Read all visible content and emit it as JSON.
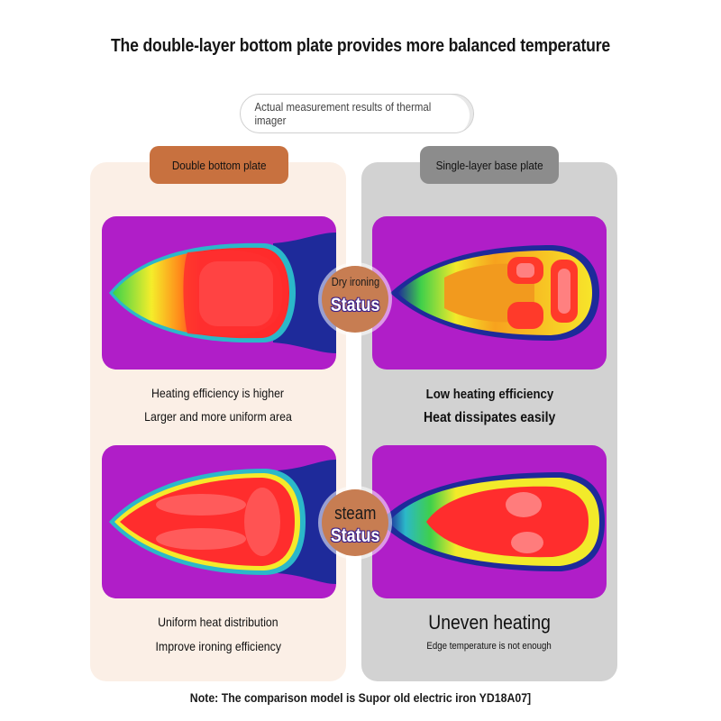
{
  "header": {
    "title": "The double-layer bottom plate provides more balanced temperature",
    "subtitle_pill": "Actual measurement results of thermal imager"
  },
  "left_panel": {
    "tag": "Double bottom plate",
    "dry_caption": [
      "Heating efficiency is higher",
      "Larger and more uniform area"
    ],
    "steam_caption": [
      "Uniform heat distribution",
      "Improve ironing efficiency"
    ]
  },
  "right_panel": {
    "tag": "Single-layer base plate",
    "dry_caption": [
      "Low heating efficiency",
      "Heat dissipates easily"
    ],
    "steam_caption": [
      "Uneven heating",
      "Edge temperature is not enough"
    ]
  },
  "status_badges": [
    {
      "top": "Dry ironing",
      "word": "Status"
    },
    {
      "top": "steam",
      "word": "Status"
    }
  ],
  "note": "Note: The comparison model is Supor old electric iron YD18A07]",
  "colors": {
    "left_panel_bg": "#fbefe6",
    "right_panel_bg": "#d2d2d2",
    "left_tag": "#c8713f",
    "right_tag": "#8c8c8c",
    "thermal_background": "#b01ec8",
    "badge": "#c77d52"
  }
}
